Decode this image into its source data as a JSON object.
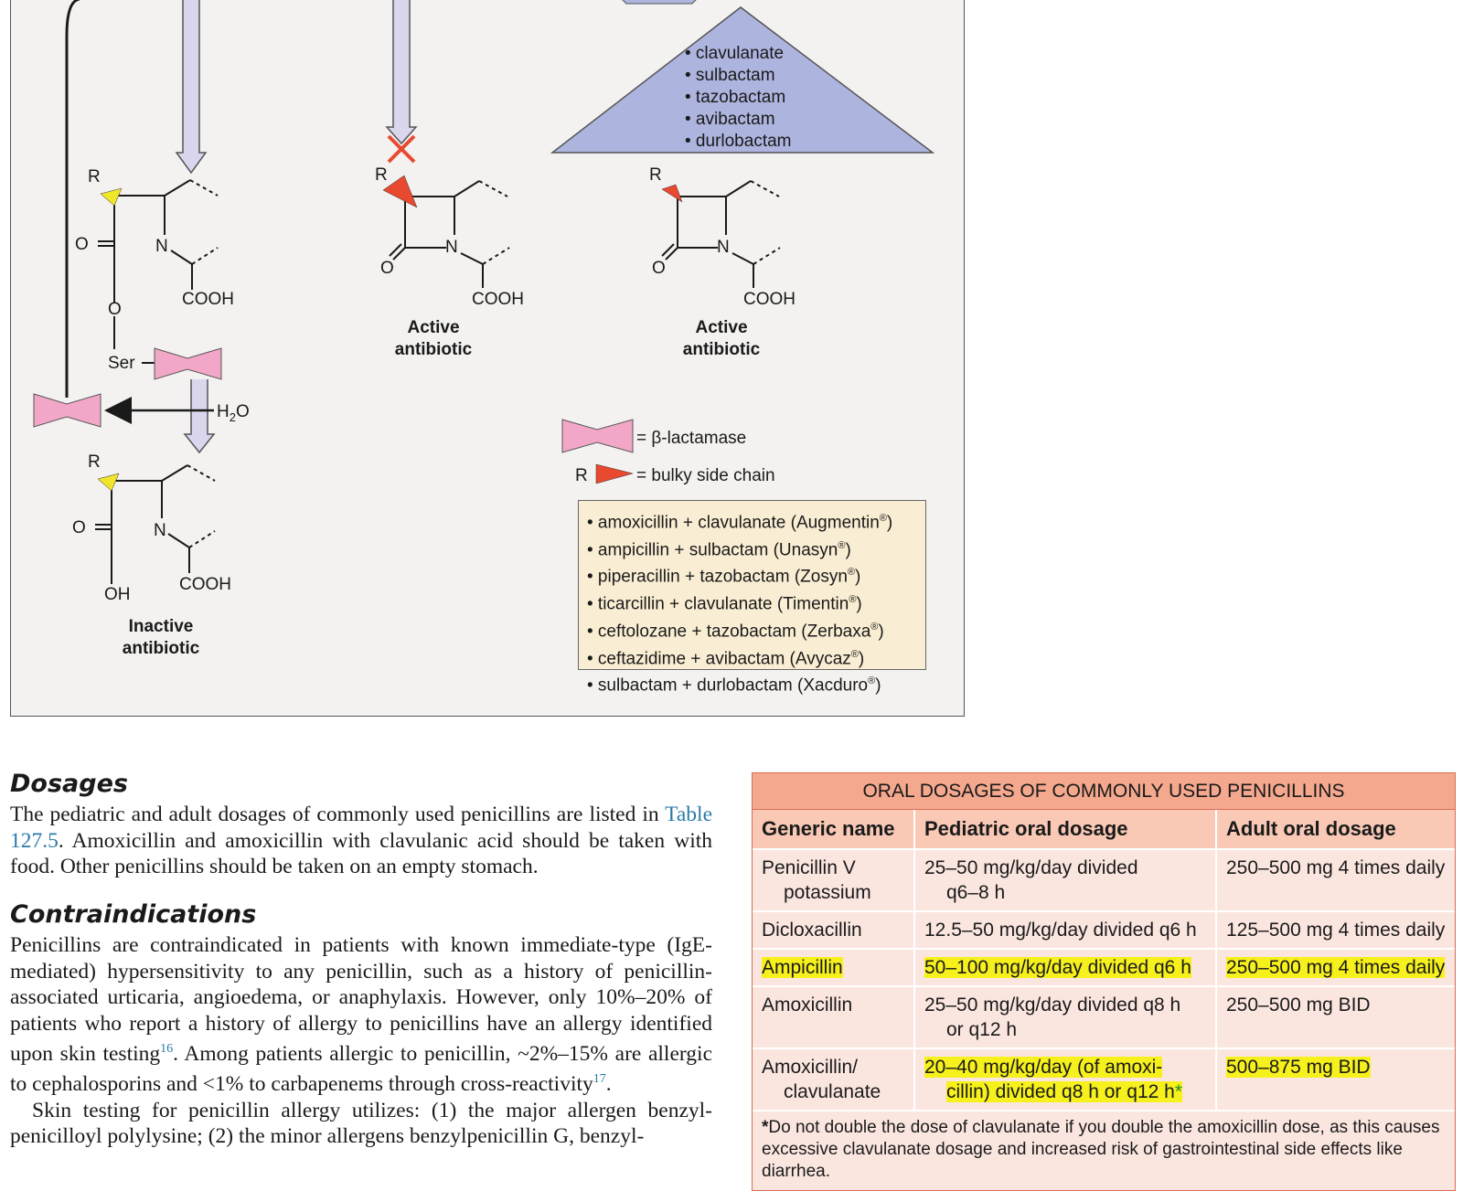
{
  "figure": {
    "inhibitors": [
      "• clavulanate",
      "• sulbactam",
      "• tazobactam",
      "• avibactam",
      "• durlobactam"
    ],
    "labels": {
      "r": "R",
      "o": "O",
      "n": "N",
      "cooh": "COOH",
      "ser": "Ser",
      "oh": "OH",
      "h2o_h": "H",
      "h2o_2": "2",
      "h2o_o": "O",
      "active_line1": "Active",
      "active_line2": "antibiotic",
      "inactive_line1": "Inactive",
      "inactive_line2": "antibiotic"
    },
    "legend": {
      "beta_lactamase": "= β-lactamase",
      "bulky_side_chain": "= bulky side chain",
      "r": "R"
    },
    "combinations": [
      {
        "text": "• amoxicillin + clavulanate (Augmentin",
        "mark": "®",
        "close": ")"
      },
      {
        "text": "• ampicillin + sulbactam (Unasyn",
        "mark": "®",
        "close": ")"
      },
      {
        "text": "• piperacillin + tazobactam (Zosyn",
        "mark": "®",
        "close": ")"
      },
      {
        "text": "• ticarcillin + clavulanate (Timentin",
        "mark": "®",
        "close": ")"
      },
      {
        "text": "• ceftolozane + tazobactam (Zerbaxa",
        "mark": "®",
        "close": ")"
      },
      {
        "text": "• ceftazidime + avibactam (Avycaz",
        "mark": "®",
        "close": ")"
      },
      {
        "text": "• sulbactam + durlobactam (Xacduro",
        "mark": "®",
        "close": ")"
      }
    ],
    "colors": {
      "panel_bg": "#f3f2f0",
      "triangle": "#adb4de",
      "beta_lactamase": "#f3a7c8",
      "side_chain_red": "#e8492f",
      "side_chain_yellow": "#f1e52b",
      "arrow": "#d9d6ee",
      "x_mark": "#e8492f"
    }
  },
  "dosages": {
    "heading": "Dosages",
    "p1_a": "The pediatric and adult dosages of commonly used penicillins are listed in ",
    "p1_link": "Table 127.5",
    "p1_b": ". Amoxicillin and amoxicillin with clavulanic acid should be taken with food. Other penicillins should be taken on an empty stomach."
  },
  "contraindications": {
    "heading": "Contraindications",
    "p1_a": "Penicillins are contraindicated in patients with known immediate-type (IgE-mediated) hypersensitivity to any penicillin, such as a history of penicillin-associated urticaria, angioedema, or anaphylaxis. However, only 10%–20% of patients who report a history of allergy to penicillins have an allergy identified upon skin testing",
    "ref16": "16",
    "p1_b": ". Among patients allergic to penicillin, ~2%–15% are allergic to cephalosporins and <1% to carbapenems through cross-reactivity",
    "ref17": "17",
    "p1_c": ".",
    "p2": "Skin testing for penicillin allergy utilizes: (1) the major allergen benzyl-penicilloyl polylysine; (2) the minor allergens benzylpenicillin G, benzyl-"
  },
  "table": {
    "title": "ORAL DOSAGES OF COMMONLY USED PENICILLINS",
    "headers": [
      "Generic name",
      "Pediatric oral dosage",
      "Adult oral dosage"
    ],
    "rows": [
      {
        "name1": "Penicillin V",
        "name2": "potassium",
        "ped1": "25–50 mg/kg/day divided",
        "ped2": "q6–8 h",
        "adult": "250–500 mg 4 times daily"
      },
      {
        "name1": "Dicloxacillin",
        "ped1": "12.5–50 mg/kg/day divided q6 h",
        "adult": "125–500 mg 4 times daily"
      },
      {
        "name1": "Ampicillin",
        "ped1": "50–100 mg/kg/day divided q6 h",
        "adult": "250–500 mg 4 times daily"
      },
      {
        "name1": "Amoxicillin",
        "ped1": "25–50 mg/kg/day divided q8 h",
        "ped2": "or q12 h",
        "adult": "250–500 mg BID"
      },
      {
        "name1": "Amoxicillin/",
        "name2": "clavulanate",
        "ped1": "20–40 mg/kg/day (of amoxi-",
        "ped2": "cillin) divided q8 h or q12 h",
        "ped2_star": "*",
        "adult": "500–875 mg BID"
      }
    ],
    "footnote_star": "*",
    "footnote": "Do not double the dose of clavulanate if you double the amoxicillin dose, as this causes excessive clavulanate dosage and increased risk of gastrointestinal side effects like diarrhea."
  }
}
